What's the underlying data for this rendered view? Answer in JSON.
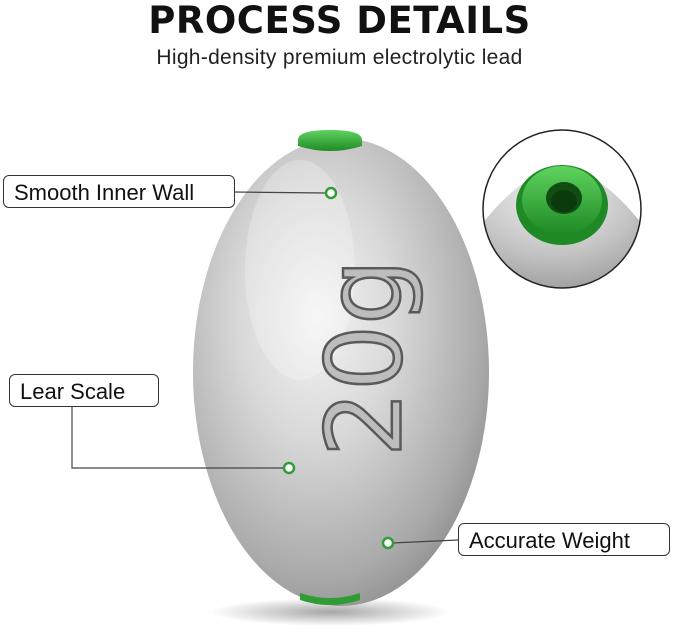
{
  "header": {
    "title": "PROCESS DETAILS",
    "subtitle": "High-density premium electrolytic lead"
  },
  "product": {
    "weight_label": "20g"
  },
  "callouts": [
    {
      "label": "Smooth Inner Wall"
    },
    {
      "label": "Lear Scale"
    },
    {
      "label": "Accurate Weight"
    }
  ],
  "colors": {
    "accent_green": "#27a22e",
    "lead_silver": "#c8c8c8"
  }
}
